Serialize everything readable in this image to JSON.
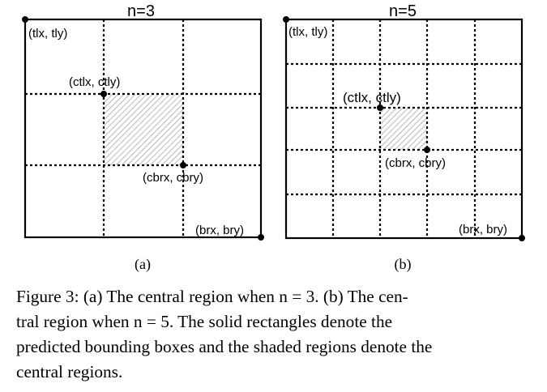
{
  "panels": [
    {
      "id": "a",
      "title": "n=3",
      "sublabel": "(a)",
      "labels": {
        "tl": "(tlx, tly)",
        "ctl": "(ctlx, ctly)",
        "cbr": "(cbrx, cbry)",
        "br": "(brx, bry)"
      }
    },
    {
      "id": "b",
      "title": "n=5",
      "sublabel": "(b)",
      "labels": {
        "tl": "(tlx, tly)",
        "ctl": "(ctlx, ctly)",
        "cbr": "(cbrx, cbry)",
        "br": "(brx, bry)"
      }
    }
  ],
  "caption": {
    "lines": [
      "Figure 3: (a) The central region when n = 3. (b) The cen-",
      "tral region when n = 5. The solid rectangles denote the",
      "predicted bounding boxes and the shaded regions denote the",
      "central regions."
    ]
  }
}
